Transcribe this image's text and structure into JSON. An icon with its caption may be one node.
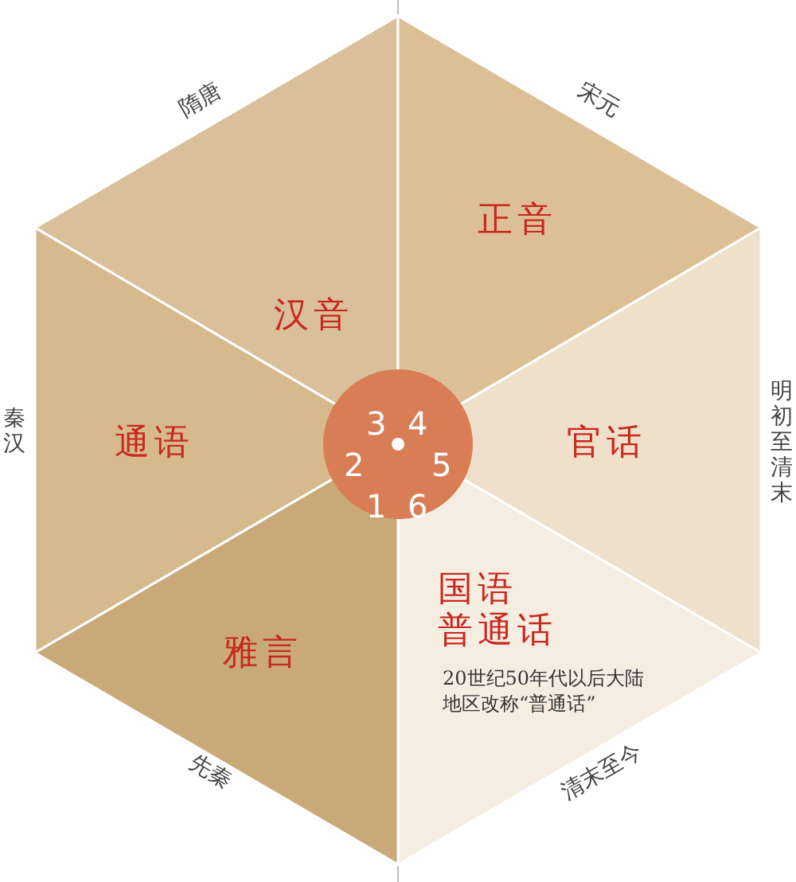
{
  "diagram": {
    "nodes": [
      {
        "text": [
          "汉音"
        ],
        "beside": [
          "隋唐"
        ]
      },
      {
        "text": [
          "正音"
        ],
        "beside": [
          "宋元"
        ]
      },
      {
        "text": [
          "通语"
        ],
        "beside": [
          "秦汉"
        ]
      },
      {
        "text": [
          "官话"
        ],
        "beside": [
          "明初至清末"
        ]
      },
      {
        "text": [
          "国语",
          "普通话",
          "20世纪50年代以后大陆地区改称“普通话”"
        ],
        "beside": [
          "清末至今"
        ]
      },
      {
        "text": [
          "雅言"
        ],
        "beside": [
          "先秦"
        ]
      },
      {
        "text": [
          "3",
          "4",
          "2",
          "5",
          "1",
          "6"
        ]
      }
    ]
  }
}
